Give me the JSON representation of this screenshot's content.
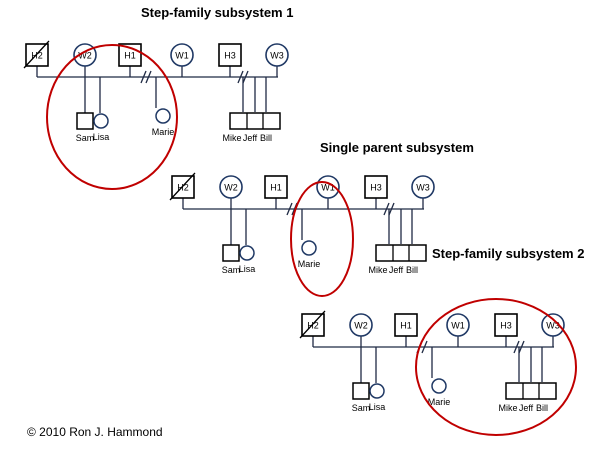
{
  "titles": {
    "step1": "Step-family subsystem 1",
    "single": "Single parent subsystem",
    "step2": "Step-family subsystem 2"
  },
  "copyright": "© 2010 Ron J. Hammond",
  "colors": {
    "male_stroke": "#000000",
    "female_stroke": "#1f3864",
    "highlight_ring": "#c00000",
    "line": "#1f2a44"
  },
  "labels": {
    "h2": "H2",
    "w2": "W2",
    "h1": "H1",
    "w1": "W1",
    "h3": "H3",
    "w3": "W3",
    "sam": "Sam",
    "lisa": "Lisa",
    "marie": "Marie",
    "mike": "Mike",
    "jeff": "Jeff",
    "bill": "Bill"
  }
}
